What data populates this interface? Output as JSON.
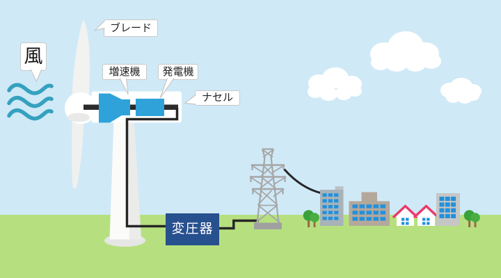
{
  "diagram": {
    "type": "wind-power-generation-flow",
    "labels": {
      "wind": "風",
      "blade": "ブレード",
      "gearbox": "増速機",
      "generator": "発電機",
      "nacelle": "ナセル",
      "transformer": "変圧器"
    },
    "colors": {
      "sky": "#cfe9f7",
      "grass": "#b6e07f",
      "machinery_blue": "#2ea2d9",
      "transformer_navy": "#27508e",
      "wind_teal": "#35a1bf",
      "cable_black": "#262626",
      "pylon_gray": "#a6a6a6",
      "window_blue": "#2191dd",
      "roof_pink": "#ea3a69",
      "turbine_white": "#f2f2f0",
      "label_border": "#c8c8c8"
    },
    "components": [
      {
        "name": "wind-waves-icon",
        "label_ref": "wind"
      },
      {
        "name": "turbine-blade",
        "label_ref": "blade"
      },
      {
        "name": "gearbox-unit",
        "label_ref": "gearbox"
      },
      {
        "name": "generator-unit",
        "label_ref": "generator"
      },
      {
        "name": "nacelle-housing",
        "label_ref": "nacelle"
      },
      {
        "name": "transformer-box",
        "label_ref": "transformer"
      },
      {
        "name": "transmission-tower"
      },
      {
        "name": "power-cables"
      },
      {
        "name": "city-buildings"
      },
      {
        "name": "houses"
      },
      {
        "name": "trees"
      },
      {
        "name": "clouds"
      }
    ]
  }
}
